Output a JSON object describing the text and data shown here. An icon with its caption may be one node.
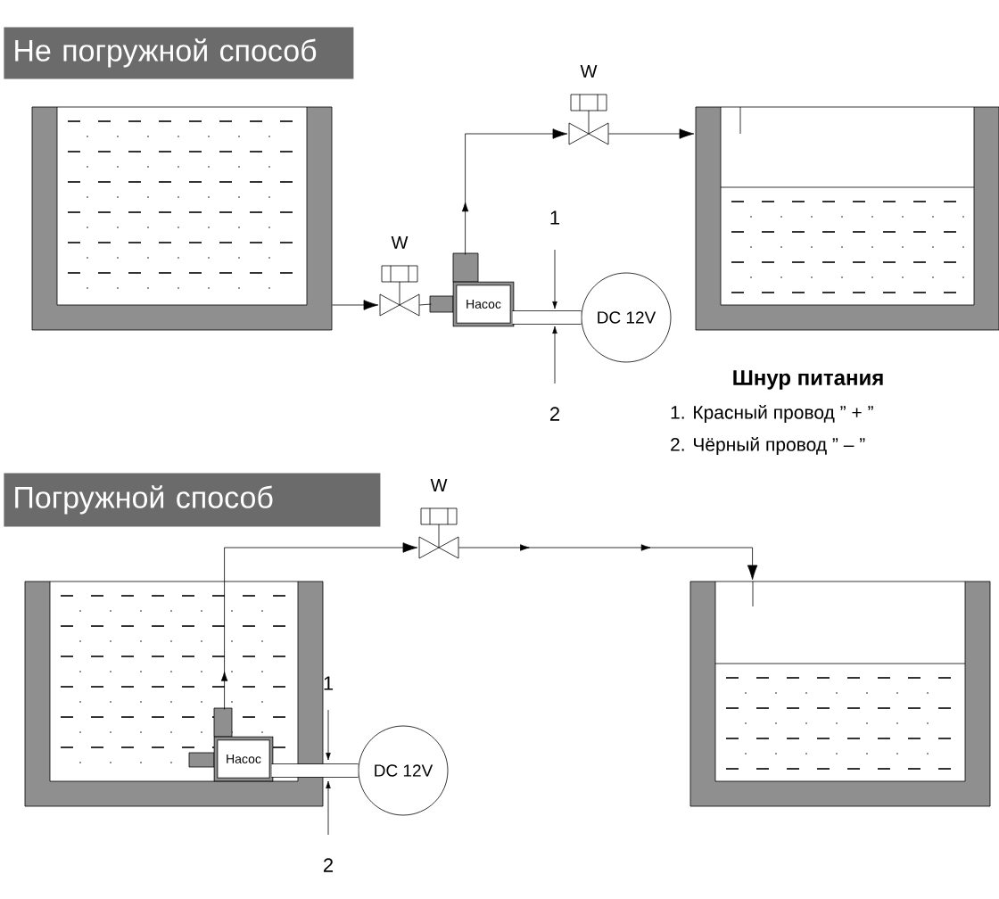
{
  "diagram": {
    "nodes": [
      {
        "text": [
          "Не погружной способ"
        ]
      },
      {
        "text": [],
        "shape": "box"
      },
      {
        "text": [],
        "shape": "valve",
        "beside": [
          "W"
        ]
      },
      {
        "text": [
          "Насос"
        ]
      },
      {
        "text": [],
        "shape": "valve",
        "beside": [
          "W"
        ]
      },
      {
        "text": [],
        "shape": "box"
      },
      {
        "text": [
          "DC 12V"
        ]
      },
      {
        "text": [
          "Погружной способ"
        ]
      },
      {
        "text": [],
        "shape": "box"
      },
      {
        "text": [
          "Насос"
        ],
        "in": 8
      },
      {
        "text": [],
        "shape": "valve",
        "beside": [
          "W"
        ]
      },
      {
        "text": [],
        "shape": "box"
      },
      {
        "text": [
          "DC 12V"
        ]
      }
    ],
    "edges": [
      {
        "from": 1,
        "to": 2,
        "arrow": "to"
      },
      {
        "from": 2,
        "to": 3,
        "arrow": "none"
      },
      {
        "from": 3,
        "to": 4,
        "arrow": "to"
      },
      {
        "from": 4,
        "to": 5,
        "arrow": "to"
      },
      {
        "from": 3,
        "to": 6,
        "arrow": "none",
        "style": "thick"
      },
      {
        "from": 9,
        "to": 10,
        "arrow": "to"
      },
      {
        "from": 10,
        "to": 11,
        "arrow": "to"
      },
      {
        "from": 9,
        "to": 12,
        "arrow": "none",
        "style": "thick"
      }
    ],
    "labels": [
      "1",
      "2",
      "Шнур питания",
      "1. Красный провод ” + ”",
      "2. Чёрный провод ” – ”",
      "1",
      "2"
    ]
  }
}
